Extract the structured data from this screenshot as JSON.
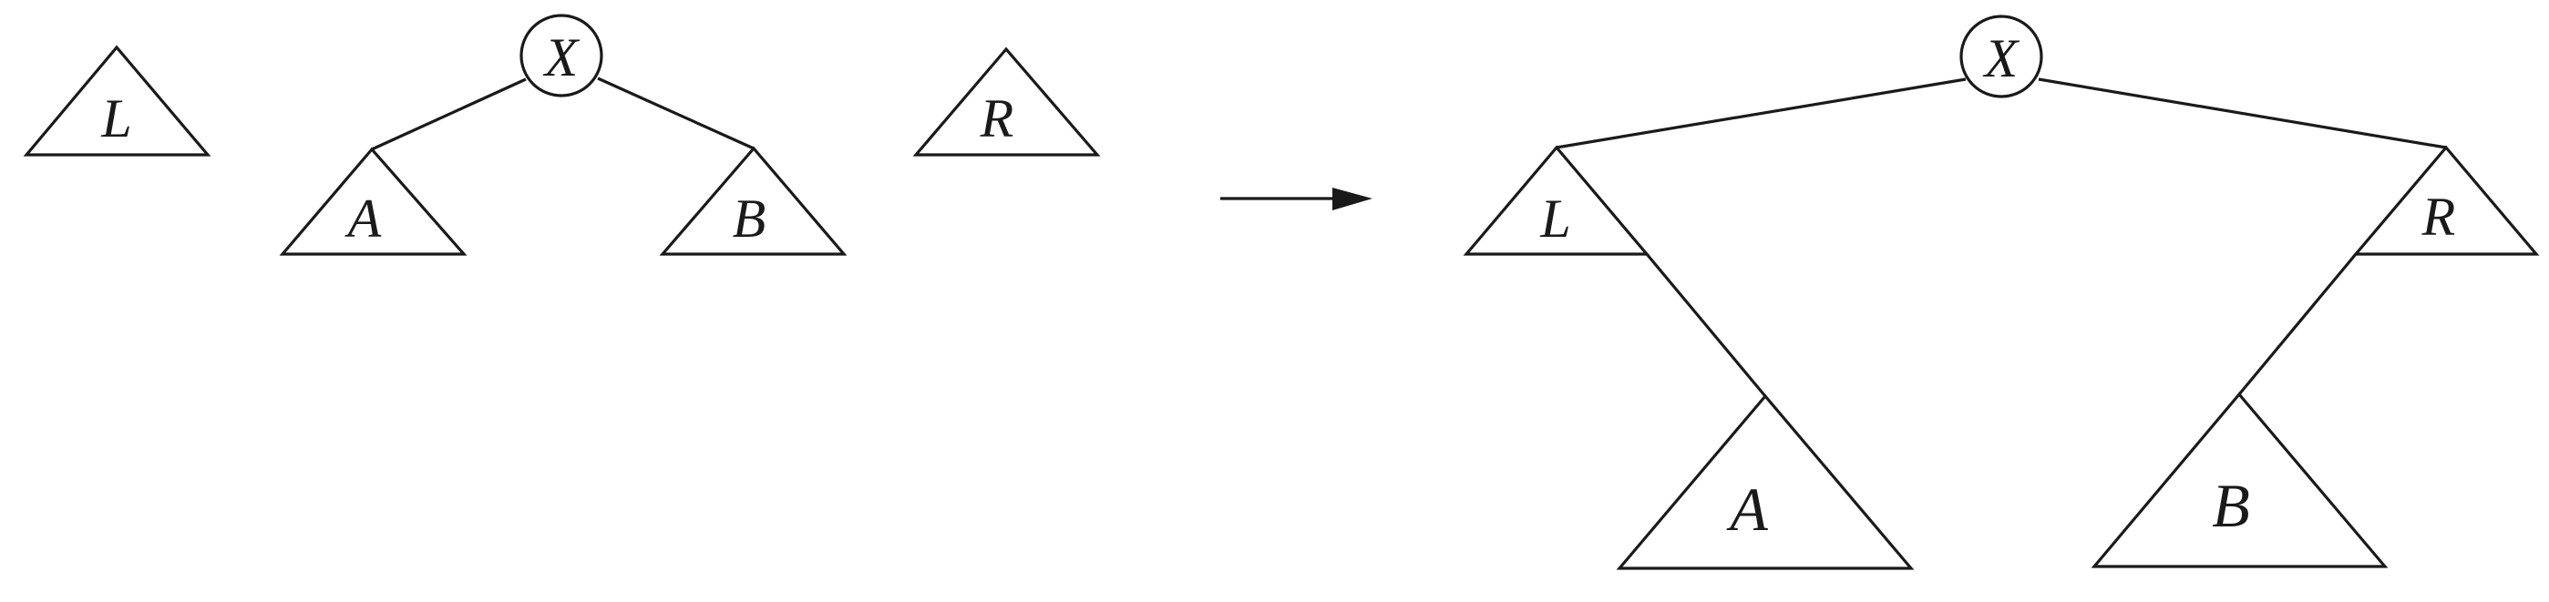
{
  "labels": {
    "L": "L",
    "X": "X",
    "R": "R",
    "A": "A",
    "B": "B"
  },
  "colors": {
    "stroke": "#1a1a1a",
    "background": "#ffffff"
  }
}
